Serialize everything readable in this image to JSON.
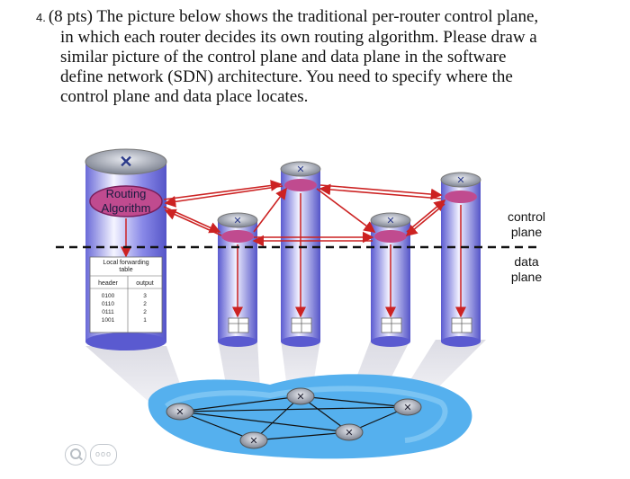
{
  "question": {
    "number": "4.",
    "lines": [
      "(8 pts) The picture below shows the traditional per-router control plane,",
      "in which each router decides its own routing algorithm. Please draw a",
      "similar picture of the control plane and data plane in the software",
      "define network (SDN) architecture. You need to specify where the",
      "control plane and data place locates."
    ]
  },
  "figure": {
    "routing_algorithm": [
      "Routing",
      "Algorithm"
    ],
    "control_plane_label": [
      "control",
      "plane"
    ],
    "data_plane_label": [
      "data",
      "plane"
    ],
    "forwarding_table": {
      "title": [
        "Local forwarding",
        "table"
      ],
      "headers": [
        "header",
        "output"
      ],
      "rows": [
        [
          "0100",
          "3"
        ],
        [
          "0110",
          "2"
        ],
        [
          "0111",
          "2"
        ],
        [
          "1001",
          "1"
        ]
      ]
    },
    "colors": {
      "cylinder": "#6f6fe0",
      "arrow": "#cc2222",
      "network": "#55b0ee",
      "algo_fill": "#c04b8f"
    },
    "toolbar": {
      "zoom_icon": "zoom-icon",
      "more_label": "ooo"
    }
  }
}
